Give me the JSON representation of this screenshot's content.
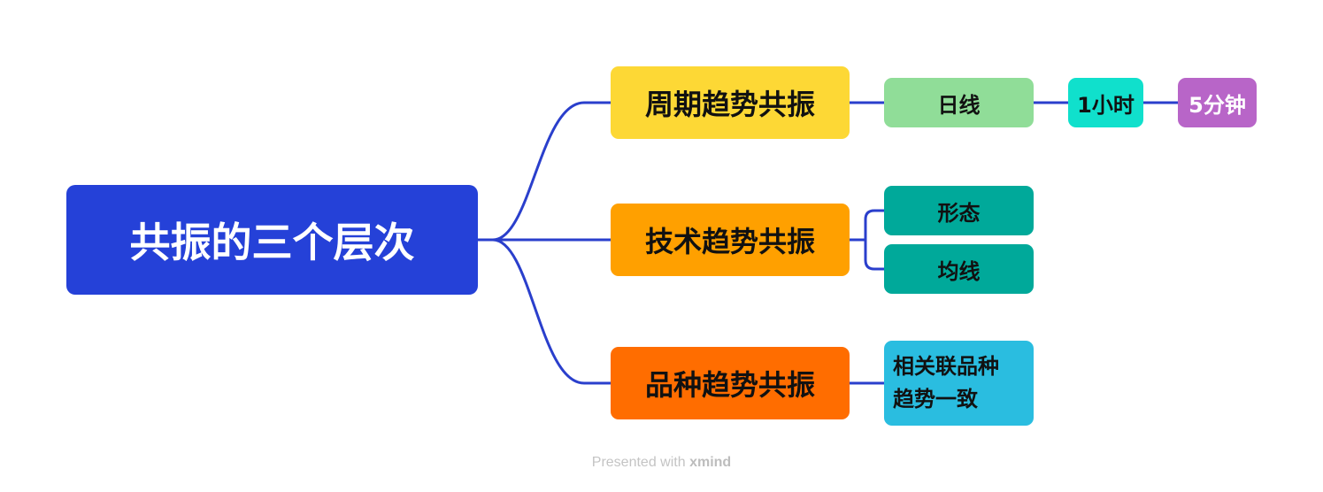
{
  "root": {
    "label": "共振的三个层次",
    "color": "#2541D8"
  },
  "branches": [
    {
      "label": "周期趋势共振",
      "color": "#FDD835",
      "children": [
        {
          "label": "日线",
          "color": "#90DD98"
        },
        {
          "label": "1小时",
          "color": "#10E0CC"
        },
        {
          "label": "5分钟",
          "color": "#B865C8"
        }
      ]
    },
    {
      "label": "技术趋势共振",
      "color": "#FFA000",
      "children": [
        {
          "label": "形态",
          "color": "#00A99A"
        },
        {
          "label": "均线",
          "color": "#00A99A"
        }
      ]
    },
    {
      "label": "品种趋势共振",
      "color": "#FF6D00",
      "children": [
        {
          "label": "相关联品种趋势一致",
          "color": "#2ABDE0"
        }
      ]
    }
  ],
  "line_color": "#2A3FCC",
  "footer": {
    "prefix": "Presented with",
    "brand": "xmind"
  }
}
